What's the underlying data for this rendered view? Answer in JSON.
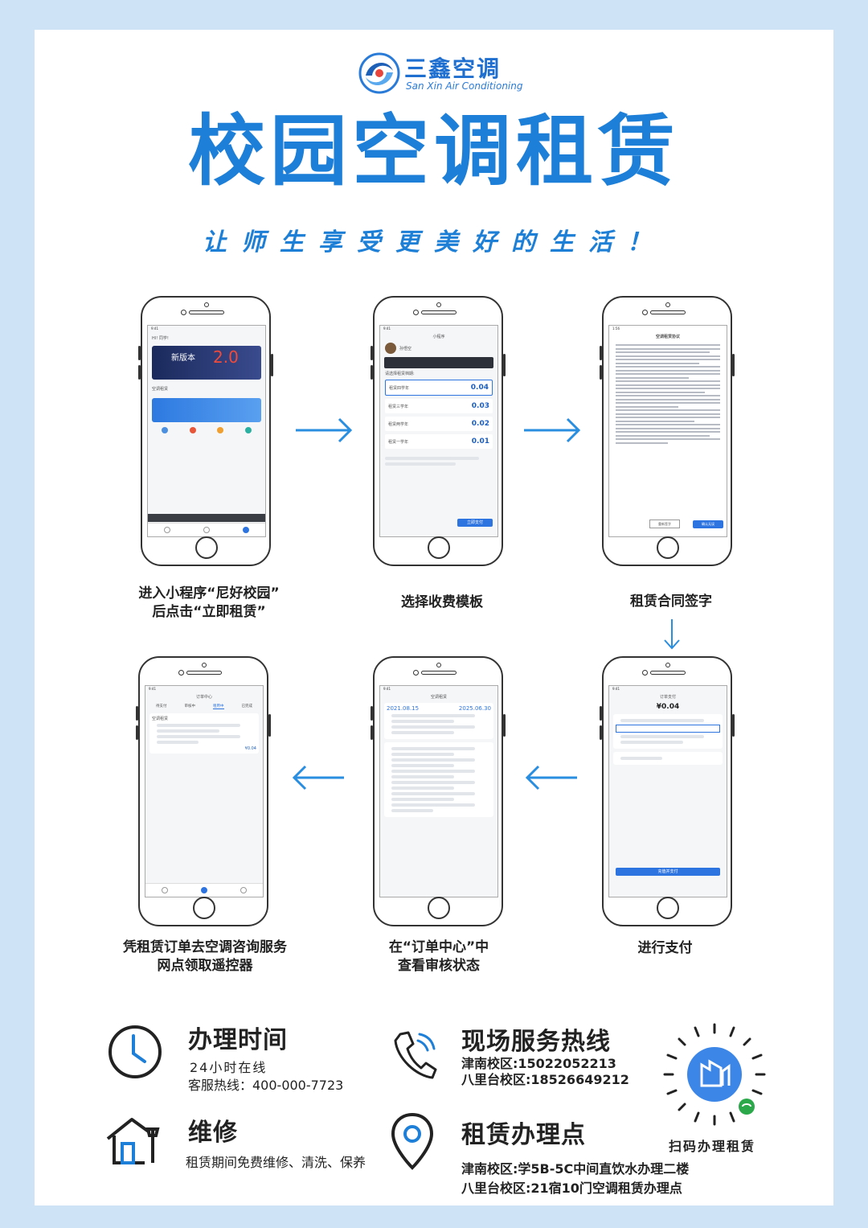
{
  "logo": {
    "cn": "三鑫空调",
    "en": "San Xin Air Conditioning"
  },
  "title": "校园空调租赁",
  "slogan": "让师生享受更美好的生活！",
  "steps": [
    {
      "line1": "进入小程序“尼好校园”",
      "line2": "后点击“立即租赁”"
    },
    {
      "line1": "选择收费模板",
      "line2": ""
    },
    {
      "line1": "租赁合同签字",
      "line2": ""
    },
    {
      "line1": "进行支付",
      "line2": ""
    },
    {
      "line1": "在“订单中心”中",
      "line2": "查看审核状态"
    },
    {
      "line1": "凭租赁订单去空调咨询服务",
      "line2": "网点领取遥控器"
    }
  ],
  "screens": {
    "s1": {
      "greeting": "HI! 同学!",
      "banner_text": "新版本",
      "banner_version": "2.0",
      "section": "空调租赁"
    },
    "s2": {
      "header": "小程序",
      "user": "孙悟空",
      "prompt": "请选择租赁档期:",
      "plans": [
        {
          "name": "租赁四学年",
          "price": "0.04"
        },
        {
          "name": "租赁三学年",
          "price": "0.03"
        },
        {
          "name": "租赁两学年",
          "price": "0.02"
        },
        {
          "name": "租赁一学年",
          "price": "0.01"
        }
      ],
      "pay_btn": "立即支付"
    },
    "s3": {
      "header": "空调租赁协议",
      "btn_left": "重新签字",
      "btn_right": "确认无误"
    },
    "s4": {
      "header": "订单支付",
      "amount": "¥0.04",
      "pay_btn": "充值并支付"
    },
    "s5": {
      "header": "空调租赁",
      "date_start": "2021.08.15",
      "date_end": "2025.06.30"
    },
    "s6": {
      "header": "订单中心",
      "tabs": [
        "待支付",
        "审核中",
        "租用中",
        "已完成"
      ],
      "section": "空调租赁",
      "total": "¥0.04"
    }
  },
  "info": {
    "hours": {
      "title": "办理时间",
      "line1": "24小时在线",
      "line2": "客服热线：400-000-7723"
    },
    "hotline": {
      "title": "现场服务热线",
      "line1": "津南校区:15022052213",
      "line2": "八里台校区:18526649212"
    },
    "repair": {
      "title": "维修",
      "line1": "租赁期间免费维修、清洗、保养"
    },
    "location": {
      "title": "租赁办理点",
      "line1": "津南校区:学5B-5C中间直饮水办理二楼",
      "line2": "八里台校区:21宿10门空调租赁办理点"
    },
    "qr_caption": "扫码办理租赁"
  },
  "colors": {
    "brand": "#1d7fd8",
    "arrow": "#2a8ee0",
    "background": "#cfe3f7"
  }
}
